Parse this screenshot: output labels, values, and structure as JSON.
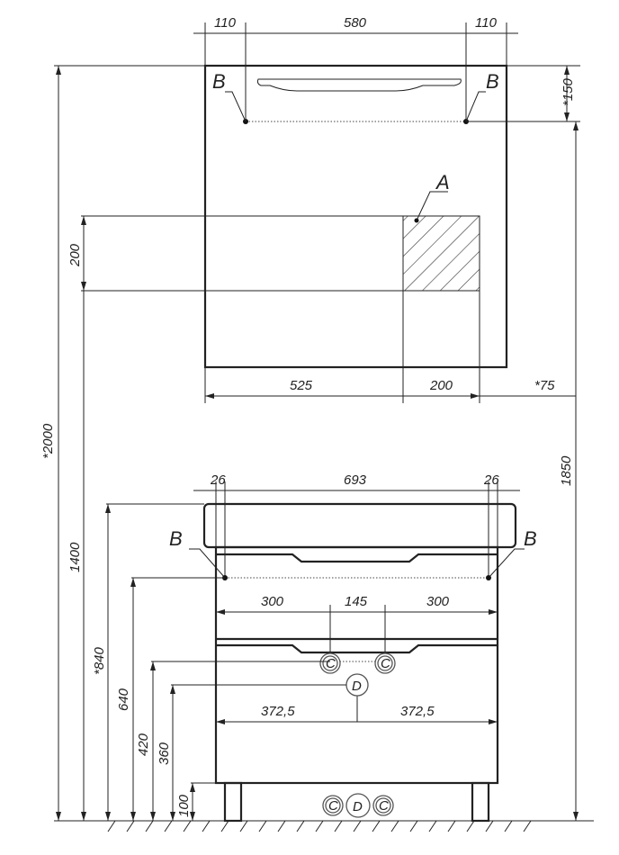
{
  "mirror": {
    "dims": {
      "left_margin": "110",
      "center": "580",
      "right_margin": "110",
      "top_offset": "*150",
      "left_width": "525",
      "panel_width": "200",
      "right_offset": "*75",
      "panel_height": "200"
    },
    "labels": {
      "point_b_left": "B",
      "point_b_right": "B",
      "zone_a": "A"
    }
  },
  "cabinet": {
    "dims": {
      "left_inset": "26",
      "width": "693",
      "right_inset": "26",
      "left_spacing": "300",
      "center_spacing": "145",
      "right_spacing": "300",
      "drain_left": "372,5",
      "drain_right": "372,5"
    },
    "labels": {
      "point_b_left": "B",
      "point_b_right": "B",
      "cold": "C",
      "drain": "D",
      "hot": "C",
      "floor_c1": "C",
      "floor_d": "D",
      "floor_c2": "C"
    }
  },
  "heights": {
    "total": "*2000",
    "mirror_bottom": "1400",
    "mirror_mount": "1850",
    "cabinet_top": "*840",
    "cabinet_mount": "640",
    "water": "420",
    "drain": "360",
    "legs": "100"
  }
}
